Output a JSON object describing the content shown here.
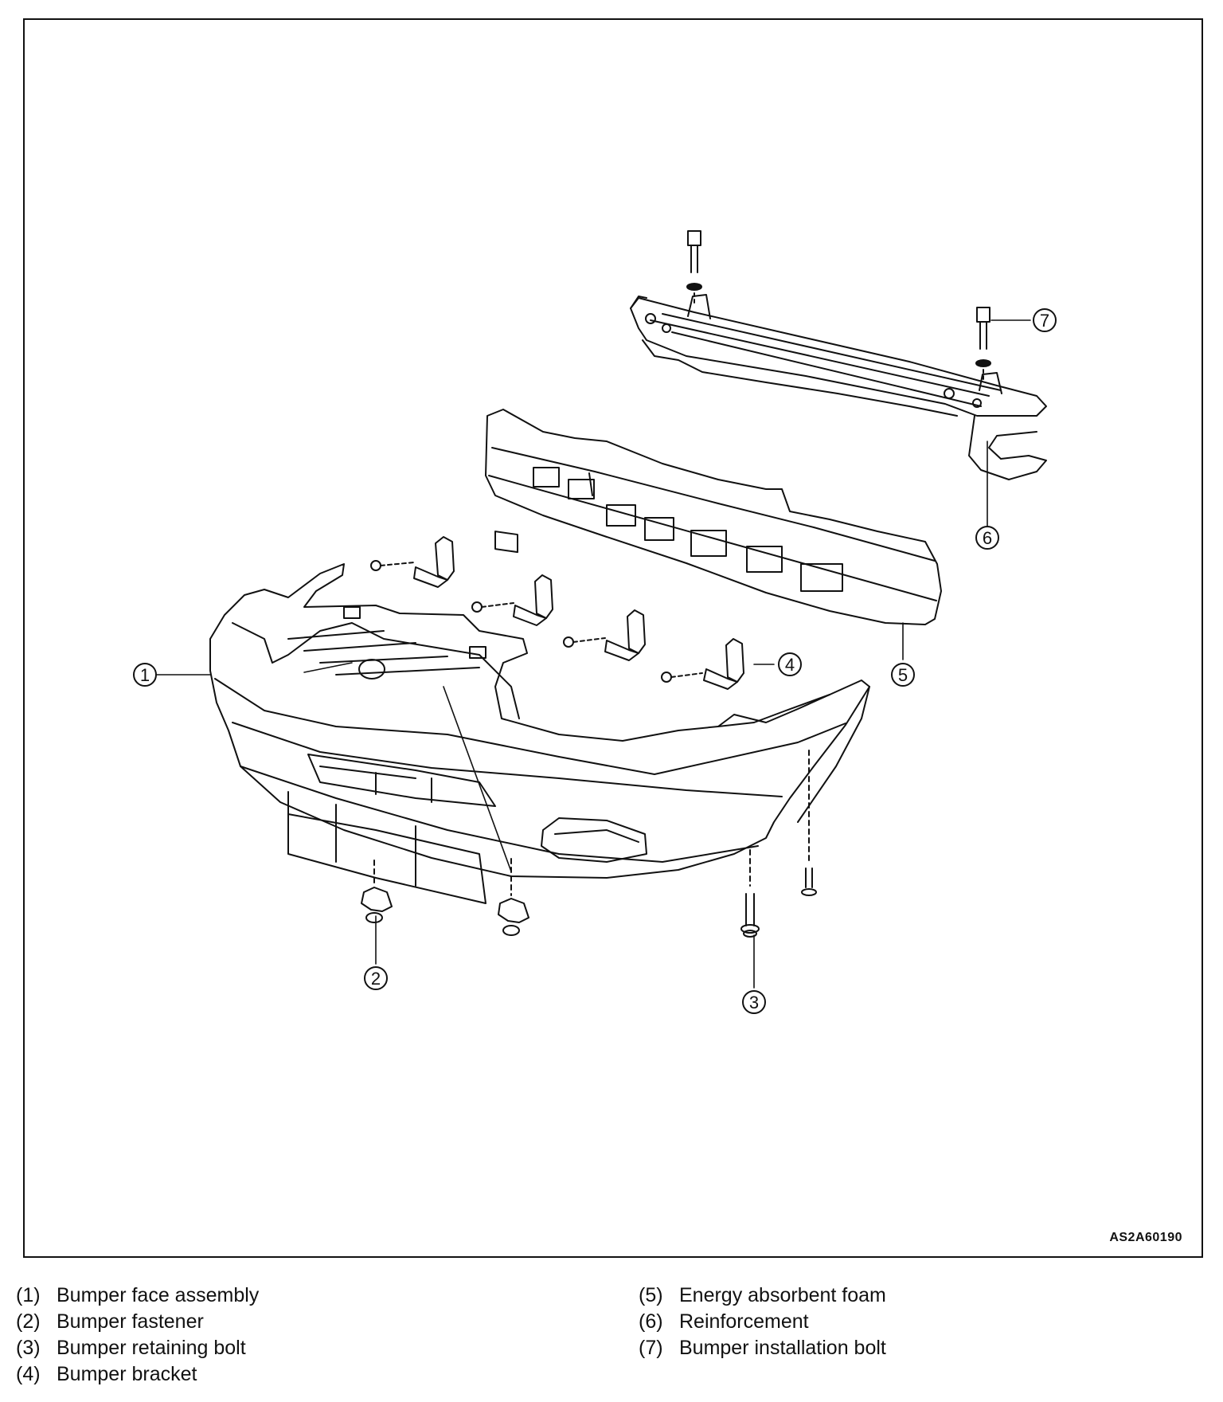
{
  "diagram": {
    "figure_id": "AS2A60190",
    "callouts": [
      {
        "id": "callout-1",
        "number": "1"
      },
      {
        "id": "callout-2",
        "number": "2"
      },
      {
        "id": "callout-3",
        "number": "3"
      },
      {
        "id": "callout-4",
        "number": "4"
      },
      {
        "id": "callout-5",
        "number": "5"
      },
      {
        "id": "callout-6",
        "number": "6"
      },
      {
        "id": "callout-7",
        "number": "7"
      }
    ]
  },
  "legend": {
    "left": [
      {
        "num": "(1)",
        "label": "Bumper face assembly"
      },
      {
        "num": "(2)",
        "label": "Bumper fastener"
      },
      {
        "num": "(3)",
        "label": "Bumper retaining bolt"
      },
      {
        "num": "(4)",
        "label": "Bumper bracket"
      }
    ],
    "right": [
      {
        "num": "(5)",
        "label": "Energy absorbent foam"
      },
      {
        "num": "(6)",
        "label": "Reinforcement"
      },
      {
        "num": "(7)",
        "label": "Bumper installation bolt"
      }
    ]
  }
}
